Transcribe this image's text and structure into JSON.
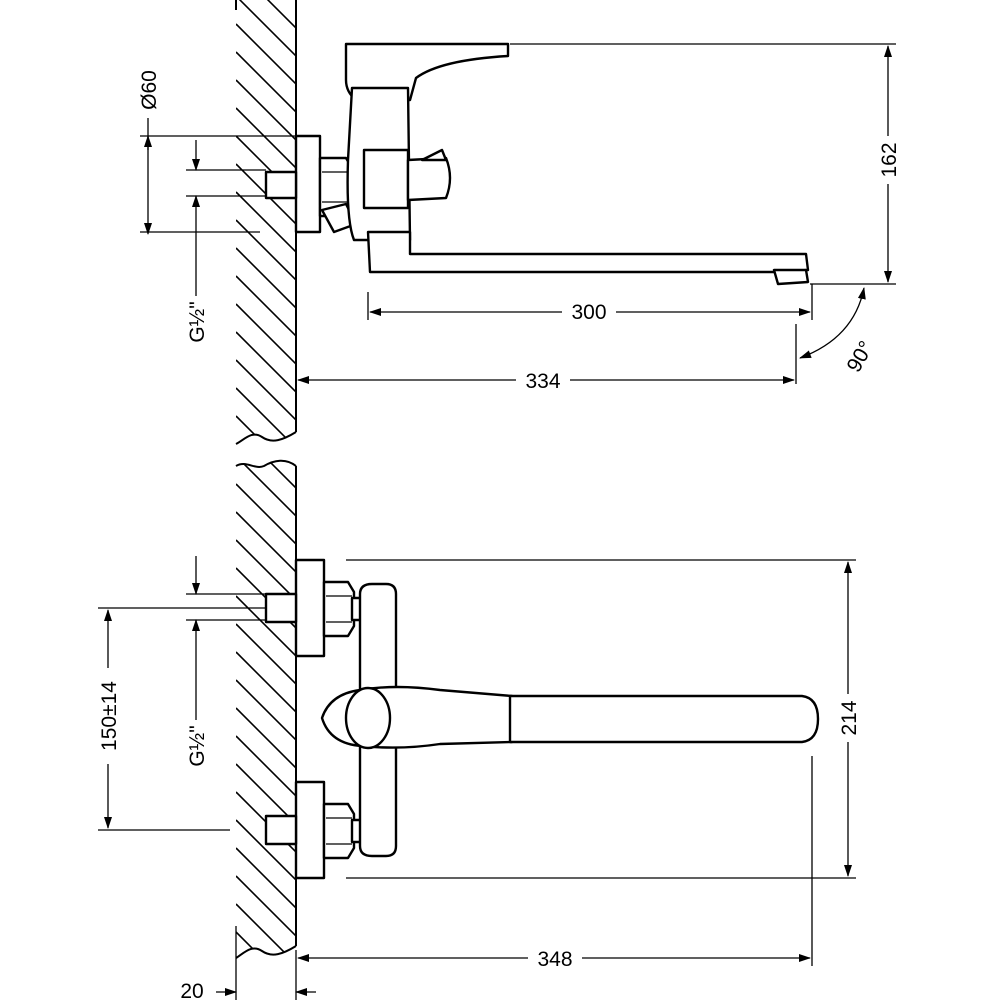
{
  "dimensions": {
    "top_height": "162",
    "spout_length": "300",
    "top_projection": "334",
    "angle": "90°",
    "flange_diameter": "Ø60",
    "thread_top": "G½\"",
    "bottom_height": "214",
    "bottom_projection": "348",
    "center_distance": "150±14",
    "thread_bottom": "G½\"",
    "wall_offset": "20"
  }
}
